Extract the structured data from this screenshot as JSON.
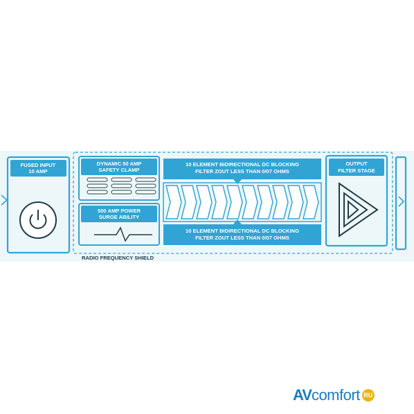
{
  "blocks": {
    "fused_input": [
      "FUSED INPUT",
      "10 AMP"
    ],
    "safety_clamp": [
      "DYNAMIC 50 AMP",
      "SAFETY CLAMP"
    ],
    "surge": [
      "500 AMP POWER",
      "SURGE ABILITY"
    ],
    "filter_top": [
      "10 ELEMENT BIDIRECTIONAL DC BLOCKING",
      "FILTER ZOUT LESS THAN 0/07 OHMS"
    ],
    "filter_bottom": [
      "10 ELEMENT BIDIRECTIONAL DC BLOCKING",
      "FILTER ZOUT LESS THAN 0/07 OHMS"
    ],
    "output": [
      "OUTPUT",
      "FILTER STAGE"
    ]
  },
  "shield_label": "RADIO FREQUENCY SHIELD",
  "watermark": {
    "av": "AV",
    "comfort": "comfort",
    "badge": "RU"
  },
  "colors": {
    "band": "#edf7fa",
    "box": "#31a4d4",
    "text_dark": "#1f3b45",
    "watermark": "#1a7bbf",
    "badge": "#f0b21a"
  },
  "icons": {
    "input": "power-icon",
    "surge": "surge-waveform-icon",
    "output": "triangle-output-icon"
  }
}
